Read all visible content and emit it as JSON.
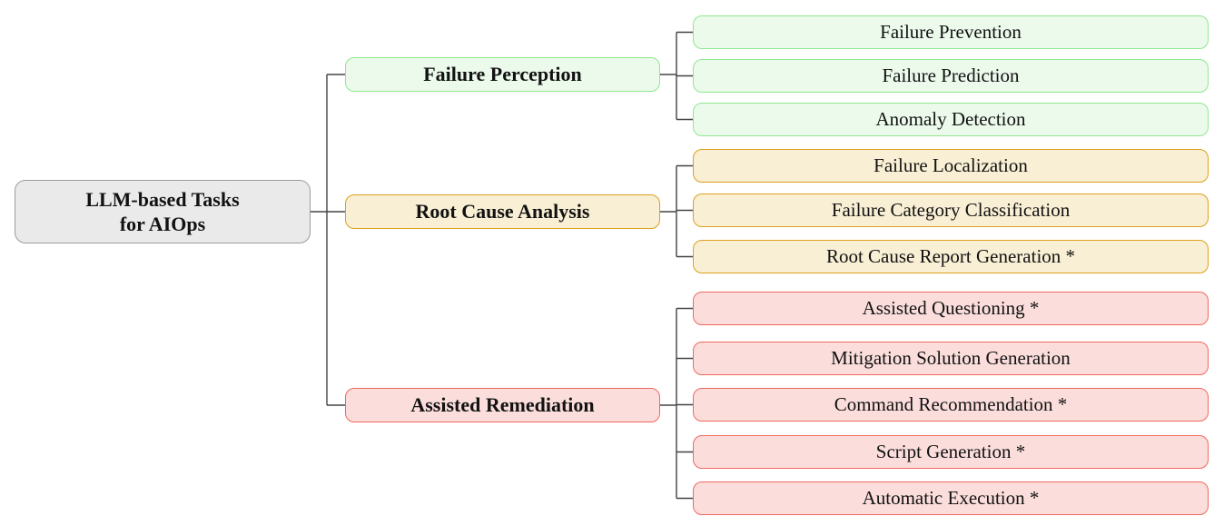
{
  "diagram": {
    "root": {
      "label": "LLM-based Tasks for AIOps",
      "line1": "LLM-based Tasks",
      "line2": "for AIOps"
    },
    "branches": [
      {
        "label": "Failure Perception",
        "color": "green",
        "children": [
          "Failure Prevention",
          "Failure Prediction",
          "Anomaly Detection"
        ]
      },
      {
        "label": "Root Cause Analysis",
        "color": "orange",
        "children": [
          "Failure Localization",
          "Failure Category Classification",
          "Root Cause Report Generation *"
        ]
      },
      {
        "label": "Assisted Remediation",
        "color": "red",
        "children": [
          "Assisted Questioning *",
          "Mitigation Solution Generation",
          "Command Recommendation *",
          "Script Generation *",
          "Automatic Execution *"
        ]
      }
    ],
    "colors": {
      "gray": {
        "border": "#9c9c9c",
        "fill": "#eaeaea"
      },
      "green": {
        "border": "#8ee88e",
        "fill": "#ecfaec"
      },
      "orange": {
        "border": "#dda01f",
        "fill": "#f9efd4"
      },
      "red": {
        "border": "#f0685e",
        "fill": "#fbdedc"
      },
      "line": {
        "stroke": "#434343"
      }
    }
  }
}
